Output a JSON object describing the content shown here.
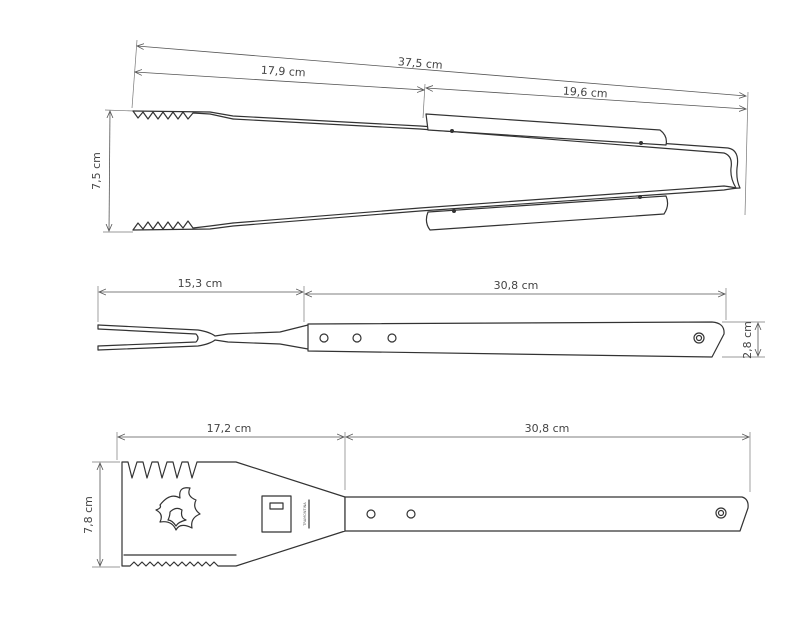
{
  "tongs": {
    "overall_length": "37,5 cm",
    "tip_length": "17,9 cm",
    "handle_length": "19,6 cm",
    "height": "7,5 cm"
  },
  "fork": {
    "tine_length": "15,3 cm",
    "handle_length": "30,8 cm",
    "height": "2,8 cm"
  },
  "spatula": {
    "blade_length": "17,2 cm",
    "handle_length": "30,8 cm",
    "width": "7,8 cm",
    "logo": "TRAMONTINA"
  }
}
